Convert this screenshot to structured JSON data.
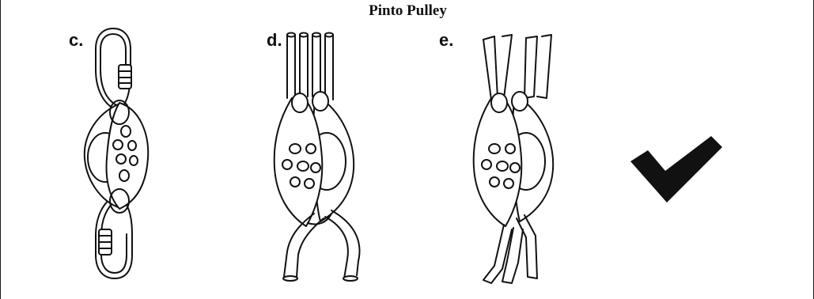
{
  "title": "Pinto Pulley",
  "panels": [
    {
      "label": "c."
    },
    {
      "label": "d."
    },
    {
      "label": "e."
    }
  ],
  "check": {
    "icon": "checkmark-icon",
    "color": "#111111"
  }
}
